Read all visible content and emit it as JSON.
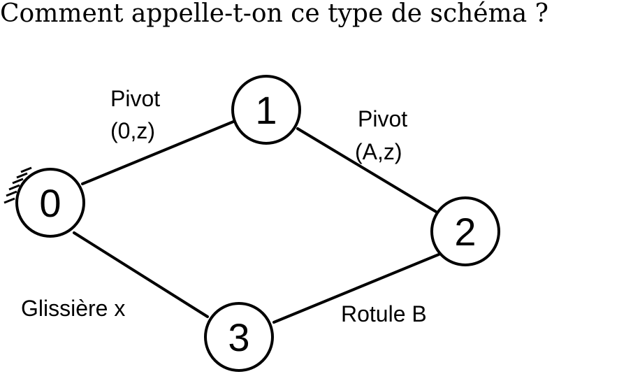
{
  "question": "Comment appelle-t-on ce type de schéma ?",
  "diagram": {
    "nodes": [
      {
        "id": "0",
        "label": "0",
        "grounded": true
      },
      {
        "id": "1",
        "label": "1",
        "grounded": false
      },
      {
        "id": "2",
        "label": "2",
        "grounded": false
      },
      {
        "id": "3",
        "label": "3",
        "grounded": false
      }
    ],
    "links": [
      {
        "from": "0",
        "to": "1",
        "label_line1": "Pivot",
        "label_line2": "(0,z)"
      },
      {
        "from": "1",
        "to": "2",
        "label_line1": "Pivot",
        "label_line2": "(A,z)"
      },
      {
        "from": "2",
        "to": "3",
        "label_line1": "Rotule B",
        "label_line2": ""
      },
      {
        "from": "0",
        "to": "3",
        "label_line1": "Glissière x",
        "label_line2": ""
      }
    ]
  }
}
